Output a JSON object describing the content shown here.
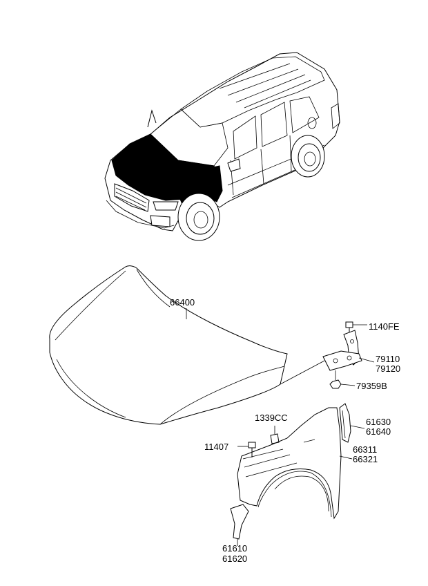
{
  "colors": {
    "ink": "#000000",
    "paper": "#ffffff"
  },
  "labels": {
    "hood": "66400",
    "hood_bolt": "1140FE",
    "hinge_lh": "79110",
    "hinge_rh": "79120",
    "hinge_nut": "79359B",
    "clip": "1339CC",
    "fender_bolt": "11407",
    "fender_trim_lh": "61630",
    "fender_trim_rh": "61640",
    "fender_lh": "66311",
    "fender_rh": "66321",
    "bracket_lh": "61610",
    "bracket_rh": "61620"
  }
}
